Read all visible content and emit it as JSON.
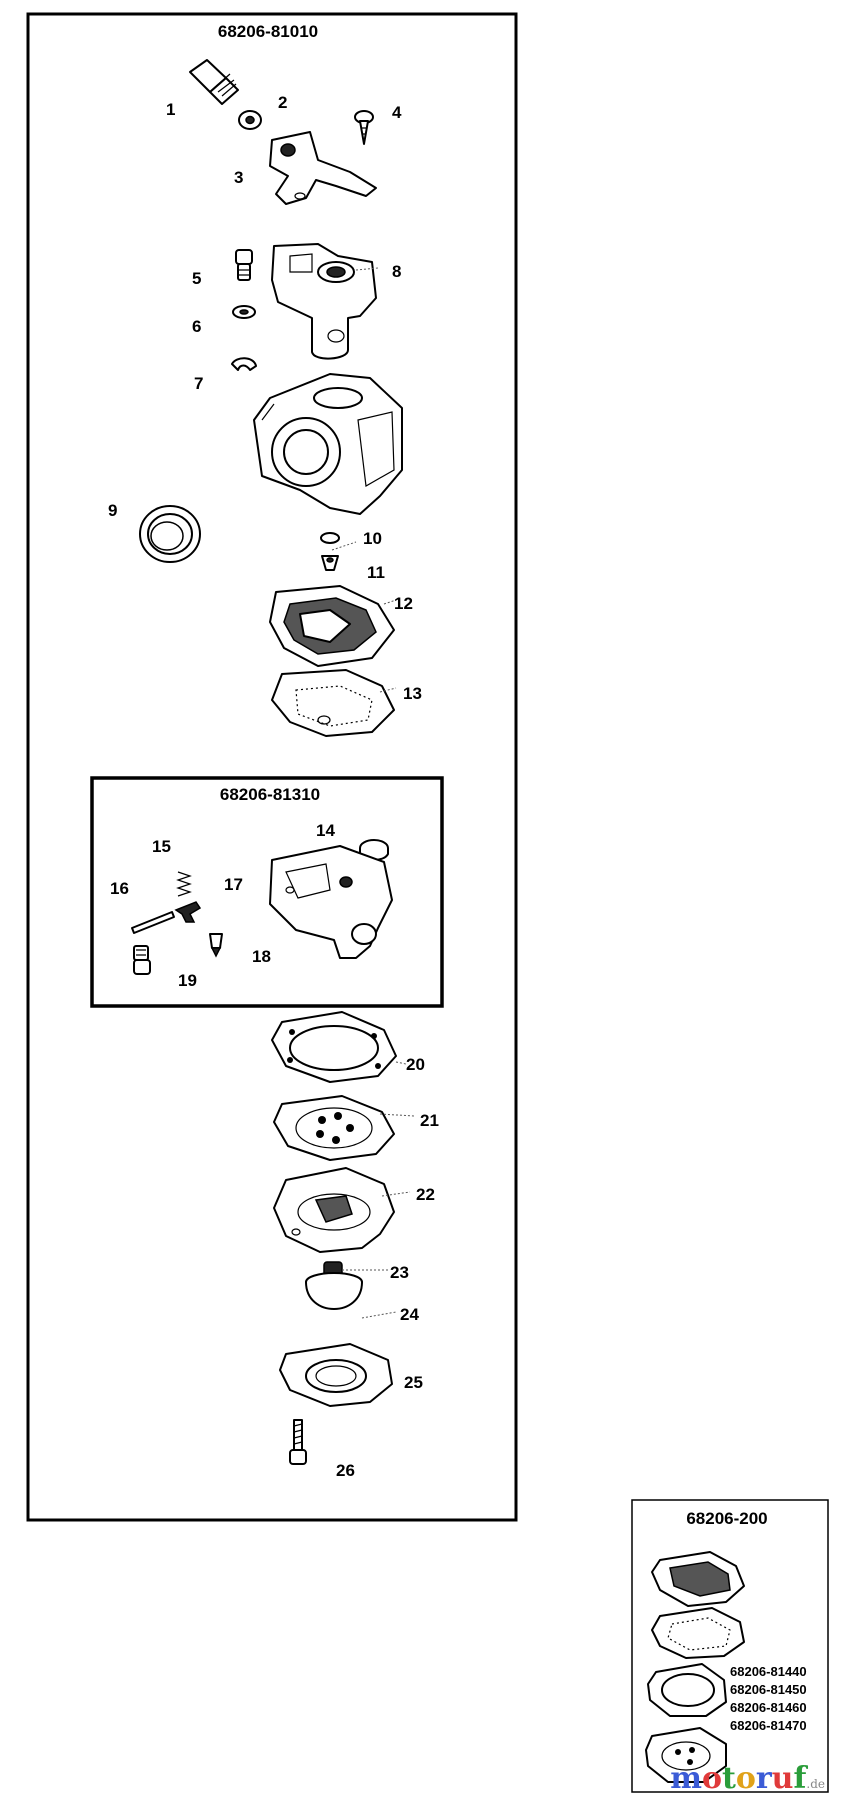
{
  "main_kit": {
    "code": "68206-81010"
  },
  "sub_kit": {
    "code": "68206-81310"
  },
  "gasket_kit": {
    "code": "68206-200",
    "codes": [
      "68206-81440",
      "68206-81450",
      "68206-81460",
      "68206-81470"
    ]
  },
  "parts": [
    "1",
    "2",
    "3",
    "4",
    "5",
    "6",
    "7",
    "8",
    "9",
    "10",
    "11",
    "12",
    "13",
    "14",
    "15",
    "16",
    "17",
    "18",
    "19",
    "20",
    "21",
    "22",
    "23",
    "24",
    "25",
    "26"
  ],
  "watermark": {
    "text": "motoruf",
    "suffix": ".de",
    "letter_colors": [
      "#3b5bd6",
      "#e03a3a",
      "#2a9d3a",
      "#e0a21a",
      "#3b5bd6",
      "#e03a3a",
      "#2a9d3a"
    ]
  }
}
